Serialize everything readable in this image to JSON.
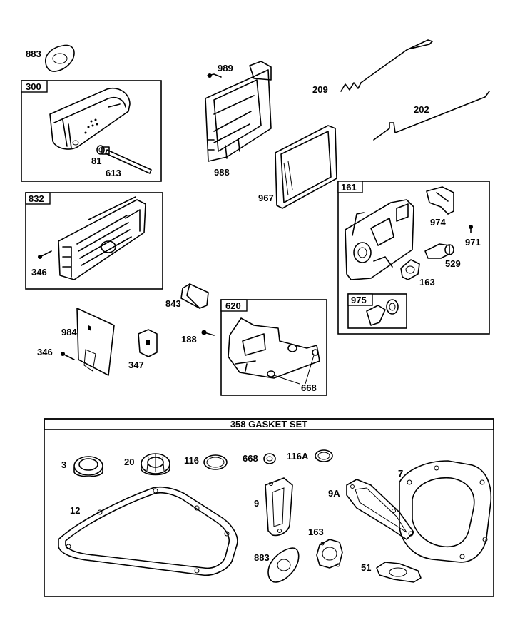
{
  "labels": {
    "p883_top": "883",
    "p300": "300",
    "p81": "81",
    "p613": "613",
    "p989": "989",
    "p988": "988",
    "p209": "209",
    "p202": "202",
    "p967": "967",
    "p832": "832",
    "p346_a": "346",
    "p161": "161",
    "p974": "974",
    "p971": "971",
    "p529": "529",
    "p163_a": "163",
    "p975": "975",
    "p843": "843",
    "p984": "984",
    "p346_b": "346",
    "p347": "347",
    "p188": "188",
    "p620": "620",
    "p668_a": "668",
    "gasket_title": "358 GASKET SET",
    "p3": "3",
    "p20": "20",
    "p116": "116",
    "p668_b": "668",
    "p116A": "116A",
    "p7": "7",
    "p12": "12",
    "p9": "9",
    "p9A": "9A",
    "p163_b": "163",
    "p883_b": "883",
    "p51": "51"
  }
}
